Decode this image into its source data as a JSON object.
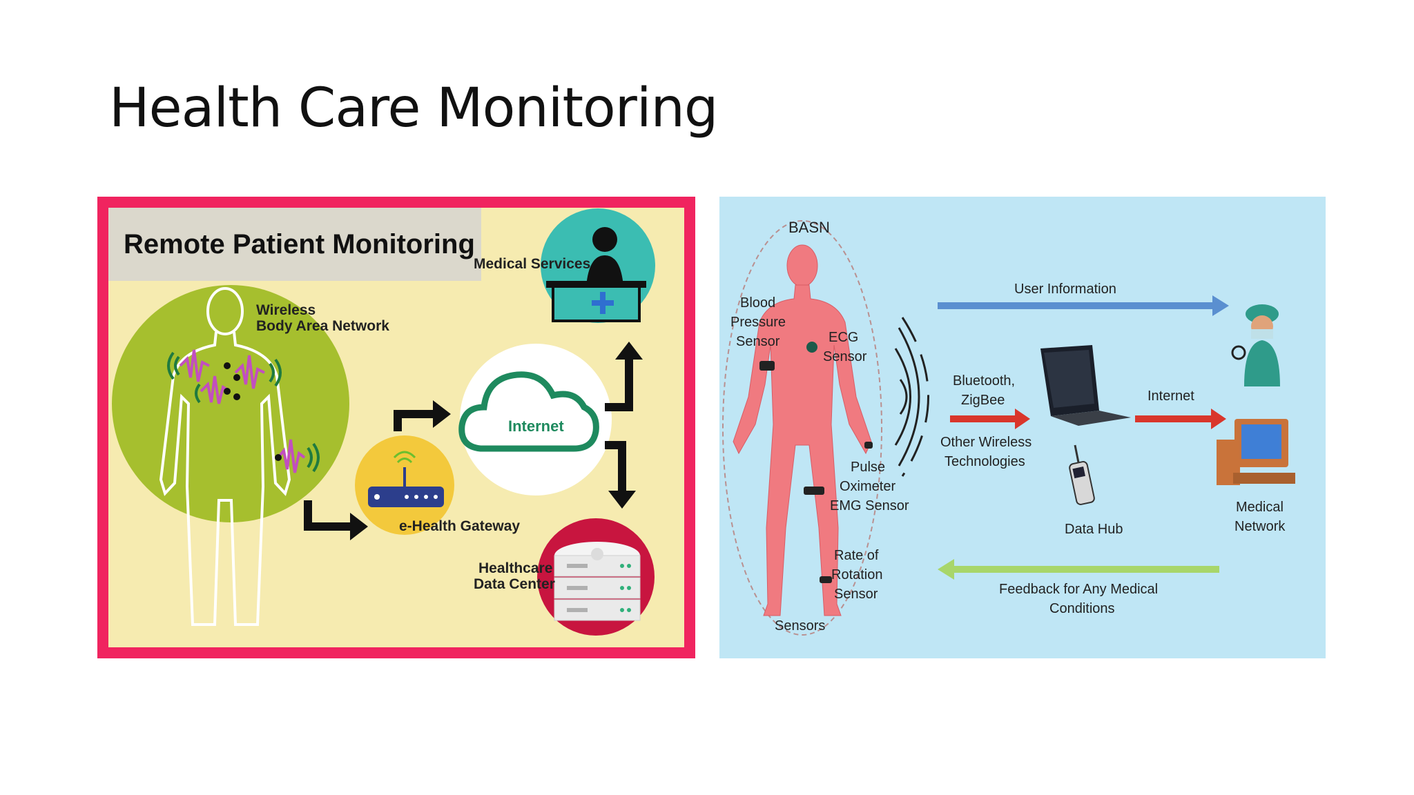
{
  "slide": {
    "title": "Health Care Monitoring"
  },
  "left_figure": {
    "title": "Remote Patient Monitoring",
    "wban_label_line1": "Wireless",
    "wban_label_line2": "Body Area Network",
    "medical_services": "Medical Services",
    "internet": "Internet",
    "gateway": "e-Health Gateway",
    "datacenter_line1": "Healthcare",
    "datacenter_line2": "Data Center",
    "colors": {
      "frame": "#f0245f",
      "background": "#f6ebb0",
      "green": "#a6bf2e",
      "teal": "#3bbdb2",
      "crimson": "#c8153f",
      "gateway": "#f3c93c",
      "cloud": "#1e8a5e"
    }
  },
  "right_figure": {
    "basn": "BASN",
    "blood_line1": "Blood",
    "blood_line2": "Pressure",
    "blood_line3": "Sensor",
    "ecg_line1": "ECG",
    "ecg_line2": "Sensor",
    "pulse_line1": "Pulse",
    "pulse_line2": "Oximeter",
    "pulse_line3": "EMG Sensor",
    "rotation_line1": "Rate of",
    "rotation_line2": "Rotation",
    "rotation_line3": "Sensor",
    "sensors": "Sensors",
    "user_information": "User Information",
    "bluetooth_line1": "Bluetooth,",
    "bluetooth_line2": "ZigBee",
    "other_line1": "Other Wireless",
    "other_line2": "Technologies",
    "internet": "Internet",
    "data_hub": "Data Hub",
    "medical_network_line1": "Medical",
    "medical_network_line2": "Network",
    "feedback_line1": "Feedback for Any Medical",
    "feedback_line2": "Conditions",
    "colors": {
      "background": "#bfe6f5",
      "body": "#f07a80",
      "blue_arrow": "#5a8fd0",
      "red_arrow": "#d9362b",
      "green_arrow": "#a8d66a"
    }
  }
}
